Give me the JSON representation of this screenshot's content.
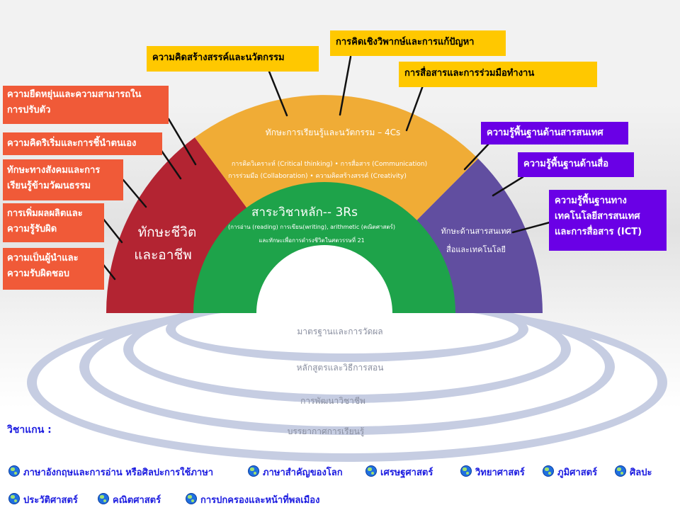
{
  "diagram": {
    "red_segment": {
      "title_line1": "ทักษะชีวิต",
      "title_line2": "และอาชีพ"
    },
    "yellow_segment": {
      "title": "ทักษะการเรียนรู้และนวัตกรรม – 4Cs",
      "line1": "การคิดวิเคราะห์ (Critical thinking) • การสื่อสาร (Communication)",
      "line2": "การร่วมมือ (Collaboration) • ความคิดสร้างสรรค์ (Creativity)"
    },
    "purple_segment": {
      "line1": "ทักษะด้านสารสนเทศ",
      "line2": "สื่อและเทคโนโลยี"
    },
    "green_segment": {
      "title": "สาระวิชาหลัก-- 3Rs",
      "line1": "(การอ่าน (reading) การเขียน(writing), arithmetic (คณิตศาสตร์)",
      "line2": "และทักษะเพื่อการดำรงชีวิตในศตวรรษที่ 21"
    },
    "rings": [
      "มาตรฐานและการวัดผล",
      "หลักสูตรและวิธีการสอน",
      "การพัฒนาวิชาชีพ",
      "บรรยากาศการเรียนรู้"
    ]
  },
  "labels": {
    "red": [
      {
        "line1": "ความยืดหยุ่นและความสามารถใน",
        "line2": "การปรับตัว"
      },
      {
        "line1": "ความคิดริเริ่มและการชี้นำตนเอง",
        "line2": ""
      },
      {
        "line1": "ทักษะทางสังคมและการ",
        "line2": "เรียนรู้ข้ามวัฒนธรรม"
      },
      {
        "line1": "การเพิ่มผลผลิตและ",
        "line2": "ความรู้รับผิด"
      },
      {
        "line1": "ความเป็นผู้นำและ",
        "line2": "ความรับผิดชอบ"
      }
    ],
    "yellow": [
      {
        "line1": "ความคิดสร้างสรรค์และนวัตกรรม"
      },
      {
        "line1": "การคิดเชิงวิพากษ์และการแก้ปัญหา"
      },
      {
        "line1": "การสื่อสารและการร่วมมือทำงาน"
      }
    ],
    "purple": [
      {
        "line1": "ความรู้พื้นฐานด้านสารสนเทศ",
        "line2": "",
        "line3": ""
      },
      {
        "line1": "ความรู้พื้นฐานด้านสื่อ",
        "line2": "",
        "line3": ""
      },
      {
        "line1": "ความรู้พื้นฐานทาง",
        "line2": "เทคโนโลยีสารสนเทศ",
        "line3": "และการสื่อสาร (ICT)"
      }
    ]
  },
  "subjects": {
    "title": "วิชาแกน :",
    "items": [
      "ภาษาอังกฤษและการอ่าน หรือศิลปะการใช้ภาษา",
      "ภาษาสำคัญของโลก",
      "เศรษฐศาสตร์",
      "วิทยาศาสตร์",
      "ภูมิศาสตร์",
      "ศิลปะ",
      "ประวัติศาสตร์",
      "คณิตศาสตร์",
      "การปกครองและหน้าที่พลเมือง"
    ]
  },
  "colors": {
    "red": "#b32432",
    "yellow": "#f0ac36",
    "purple": "#614ea0",
    "green": "#1ea34a",
    "ring": "#c6cde2",
    "label_red": "#f05a38",
    "label_yellow": "#ffc800",
    "label_purple": "#6a00e6",
    "subject_text": "#1c1ce0"
  }
}
